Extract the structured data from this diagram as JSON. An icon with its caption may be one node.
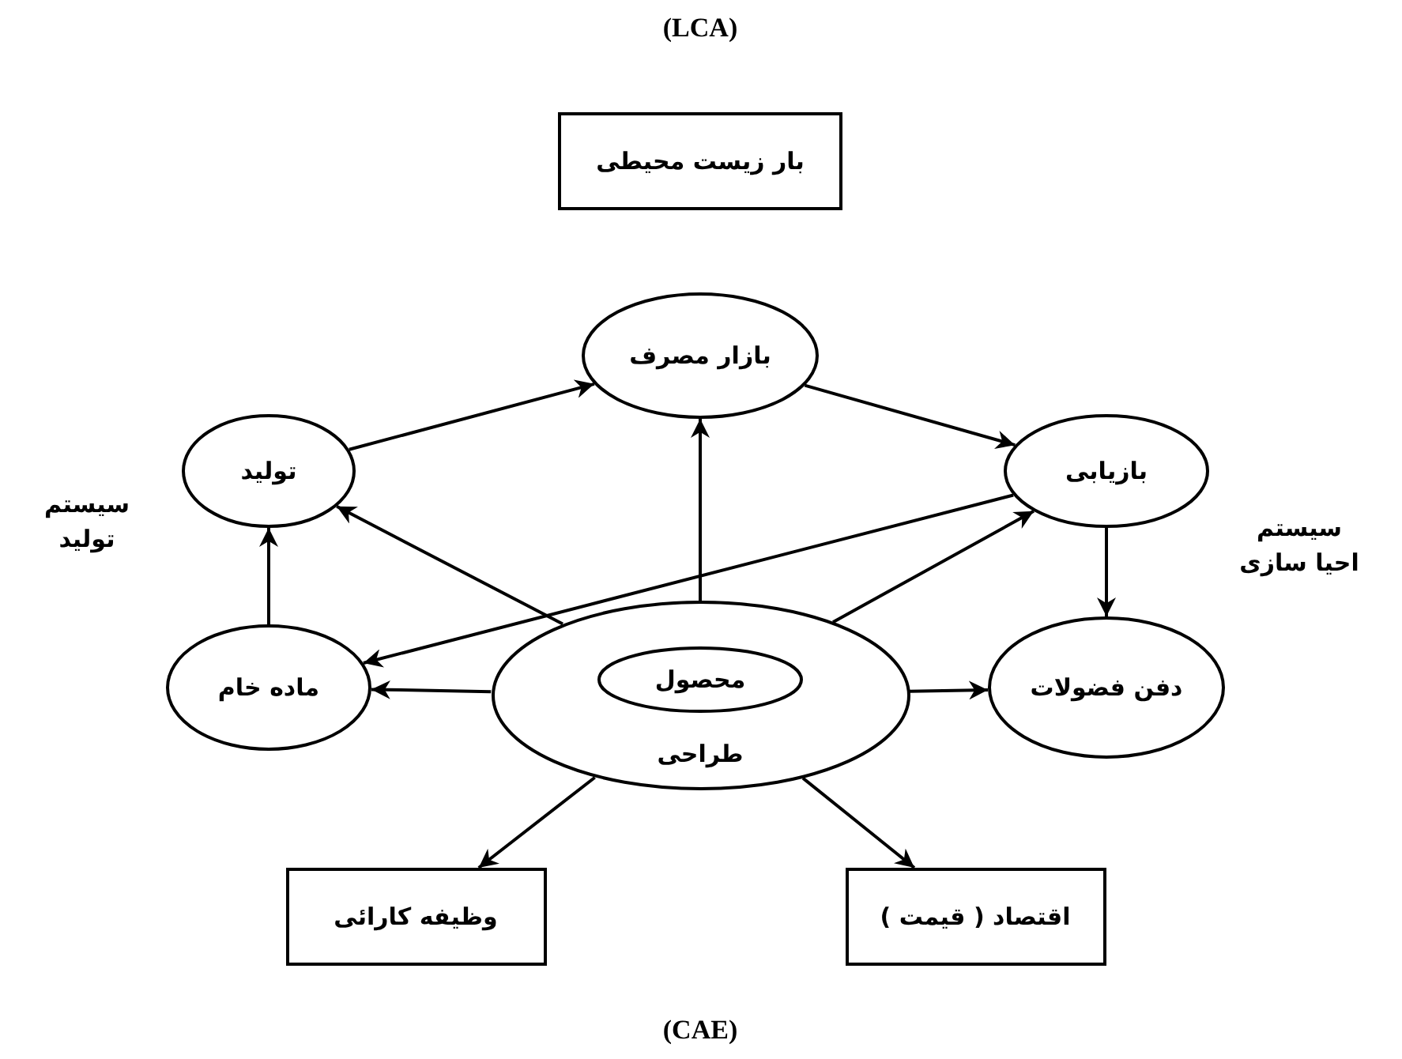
{
  "diagram": {
    "title": "(LCA)",
    "caption": "(CAE)",
    "nodes": [
      {
        "text": [
          "بار زیست محیطی"
        ]
      },
      {
        "text": [
          "بازار مصرف"
        ]
      },
      {
        "text": [
          "تولید"
        ]
      },
      {
        "text": [
          "بازیابی"
        ]
      },
      {
        "text": [
          "ماده خام"
        ]
      },
      {
        "text": [
          "طراحی"
        ]
      },
      {
        "text": [
          "محصول"
        ],
        "in": 5
      },
      {
        "text": [
          "دفن فضولات"
        ]
      },
      {
        "text": [
          "وظیفه کارائی"
        ]
      },
      {
        "text": [
          "اقتصاد ( قیمت )"
        ]
      }
    ],
    "edges": [
      {
        "from": 2,
        "to": 1,
        "arrow": "to"
      },
      {
        "from": 1,
        "to": 3,
        "arrow": "to"
      },
      {
        "from": 3,
        "to": 7,
        "arrow": "to"
      },
      {
        "from": 3,
        "to": 4,
        "arrow": "to"
      },
      {
        "from": 4,
        "to": 2,
        "arrow": "to"
      },
      {
        "from": 5,
        "to": 2,
        "arrow": "to"
      },
      {
        "from": 5,
        "to": 1,
        "arrow": "to"
      },
      {
        "from": 5,
        "to": 3,
        "arrow": "to"
      },
      {
        "from": 5,
        "to": 4,
        "arrow": "to"
      },
      {
        "from": 5,
        "to": 7,
        "arrow": "to"
      },
      {
        "from": 5,
        "to": 8,
        "arrow": "to"
      },
      {
        "from": 5,
        "to": 9,
        "arrow": "to"
      }
    ],
    "labels": [
      "سیستم تولید",
      "سیستم احیا سازی"
    ]
  }
}
